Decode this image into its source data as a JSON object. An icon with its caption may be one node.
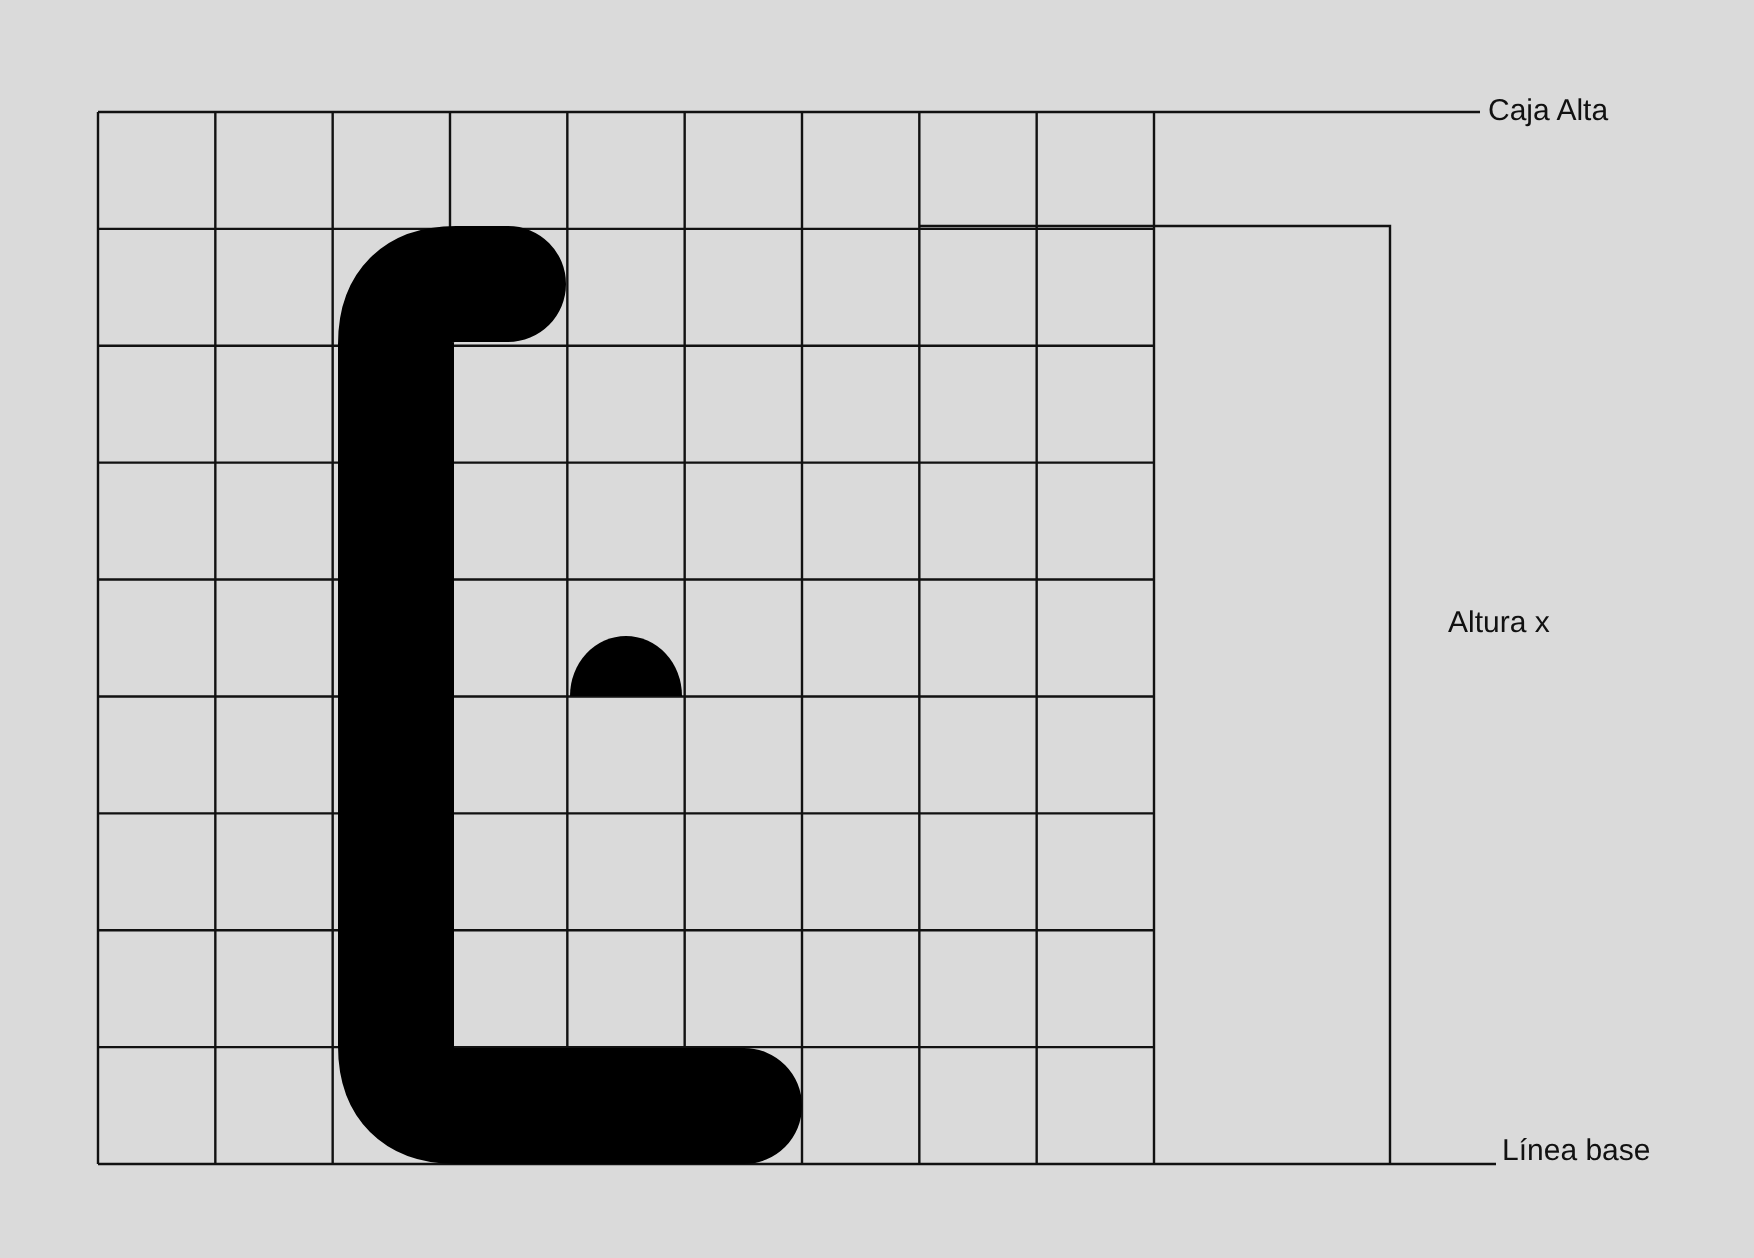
{
  "diagram": {
    "labels": [
      "Caja Alta",
      "Altura x",
      "Línea base"
    ]
  }
}
